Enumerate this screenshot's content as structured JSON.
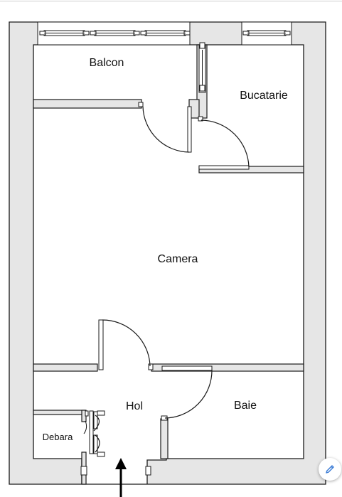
{
  "rooms": {
    "balcon": "Balcon",
    "bucatarie": "Bucatarie",
    "camera": "Camera",
    "hol": "Hol",
    "baie": "Baie",
    "debara": "Debara"
  },
  "toolbar": {
    "edit_icon": "pencil-icon"
  },
  "colors": {
    "wall": "#e5e5e5",
    "line": "#1a1a1a",
    "background": "#ffffff"
  }
}
